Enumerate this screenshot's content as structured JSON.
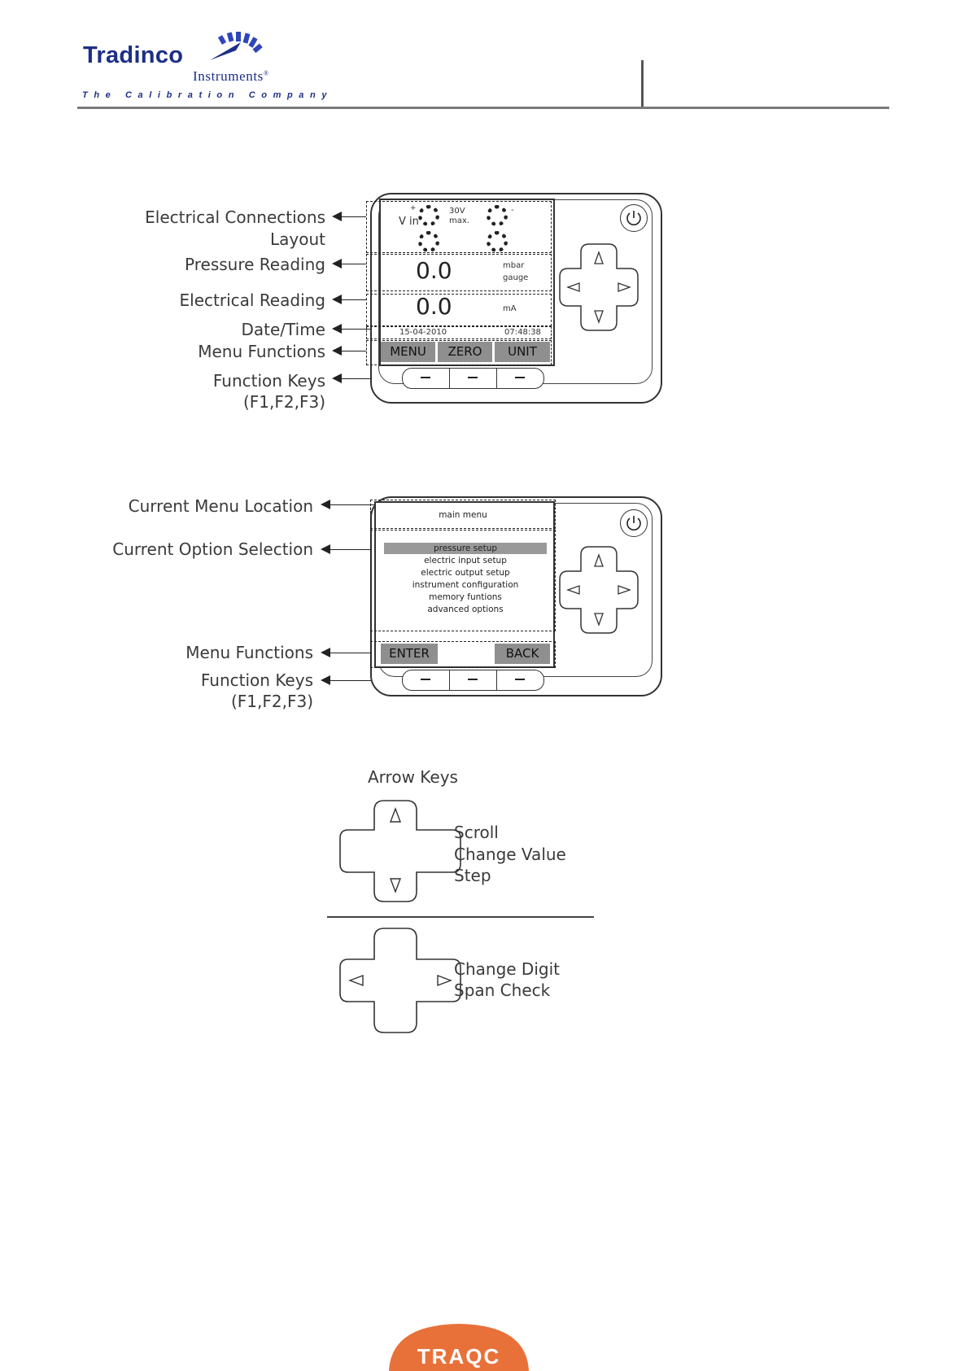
{
  "header": {
    "brand": "Tradinco",
    "brand_sub": "Instruments",
    "registered": "®",
    "tagline": "The Calibration Company"
  },
  "figure1": {
    "callouts": {
      "elec_conn_1": "Electrical Connections",
      "elec_conn_2": "Layout",
      "pressure": "Pressure Reading",
      "electrical": "Electrical Reading",
      "datetime": "Date/Time",
      "menu_functions": "Menu Functions",
      "function_keys": "Function Keys",
      "function_keys_sub": "(F1,F2,F3)"
    },
    "screen": {
      "plus": "+",
      "vin": "V in",
      "volt_1": "30V",
      "volt_2": "max.",
      "minus": "-",
      "pressure_value": "0.0",
      "pressure_unit_1": "mbar",
      "pressure_unit_2": "gauge",
      "electrical_value": "0.0",
      "electrical_unit": "mA",
      "date": "15-04-2010",
      "time": "07:48:38",
      "softkeys": [
        "MENU",
        "ZERO",
        "UNIT"
      ]
    }
  },
  "figure2": {
    "callouts": {
      "location": "Current Menu Location",
      "selection": "Current Option Selection",
      "menu_functions": "Menu Functions",
      "function_keys": "Function Keys",
      "function_keys_sub": "(F1,F2,F3)"
    },
    "screen": {
      "title": "main menu",
      "items": [
        "pressure setup",
        "electric input setup",
        "electric output setup",
        "instrument configuration",
        "memory funtions",
        "advanced options"
      ],
      "selected_index": 0,
      "softkeys": [
        "ENTER",
        "BACK"
      ]
    }
  },
  "figure3": {
    "title": "Arrow Keys",
    "updown_lines": [
      "Scroll",
      "Change Value",
      "Step"
    ],
    "leftright_lines": [
      "Change Digit",
      "Span Check"
    ]
  },
  "footer": {
    "badge": "TRAQC"
  },
  "colors": {
    "brand_blue": "#1d2f86",
    "traqc_orange": "#e8713a",
    "softkey_gray": "#8f8f8f"
  }
}
